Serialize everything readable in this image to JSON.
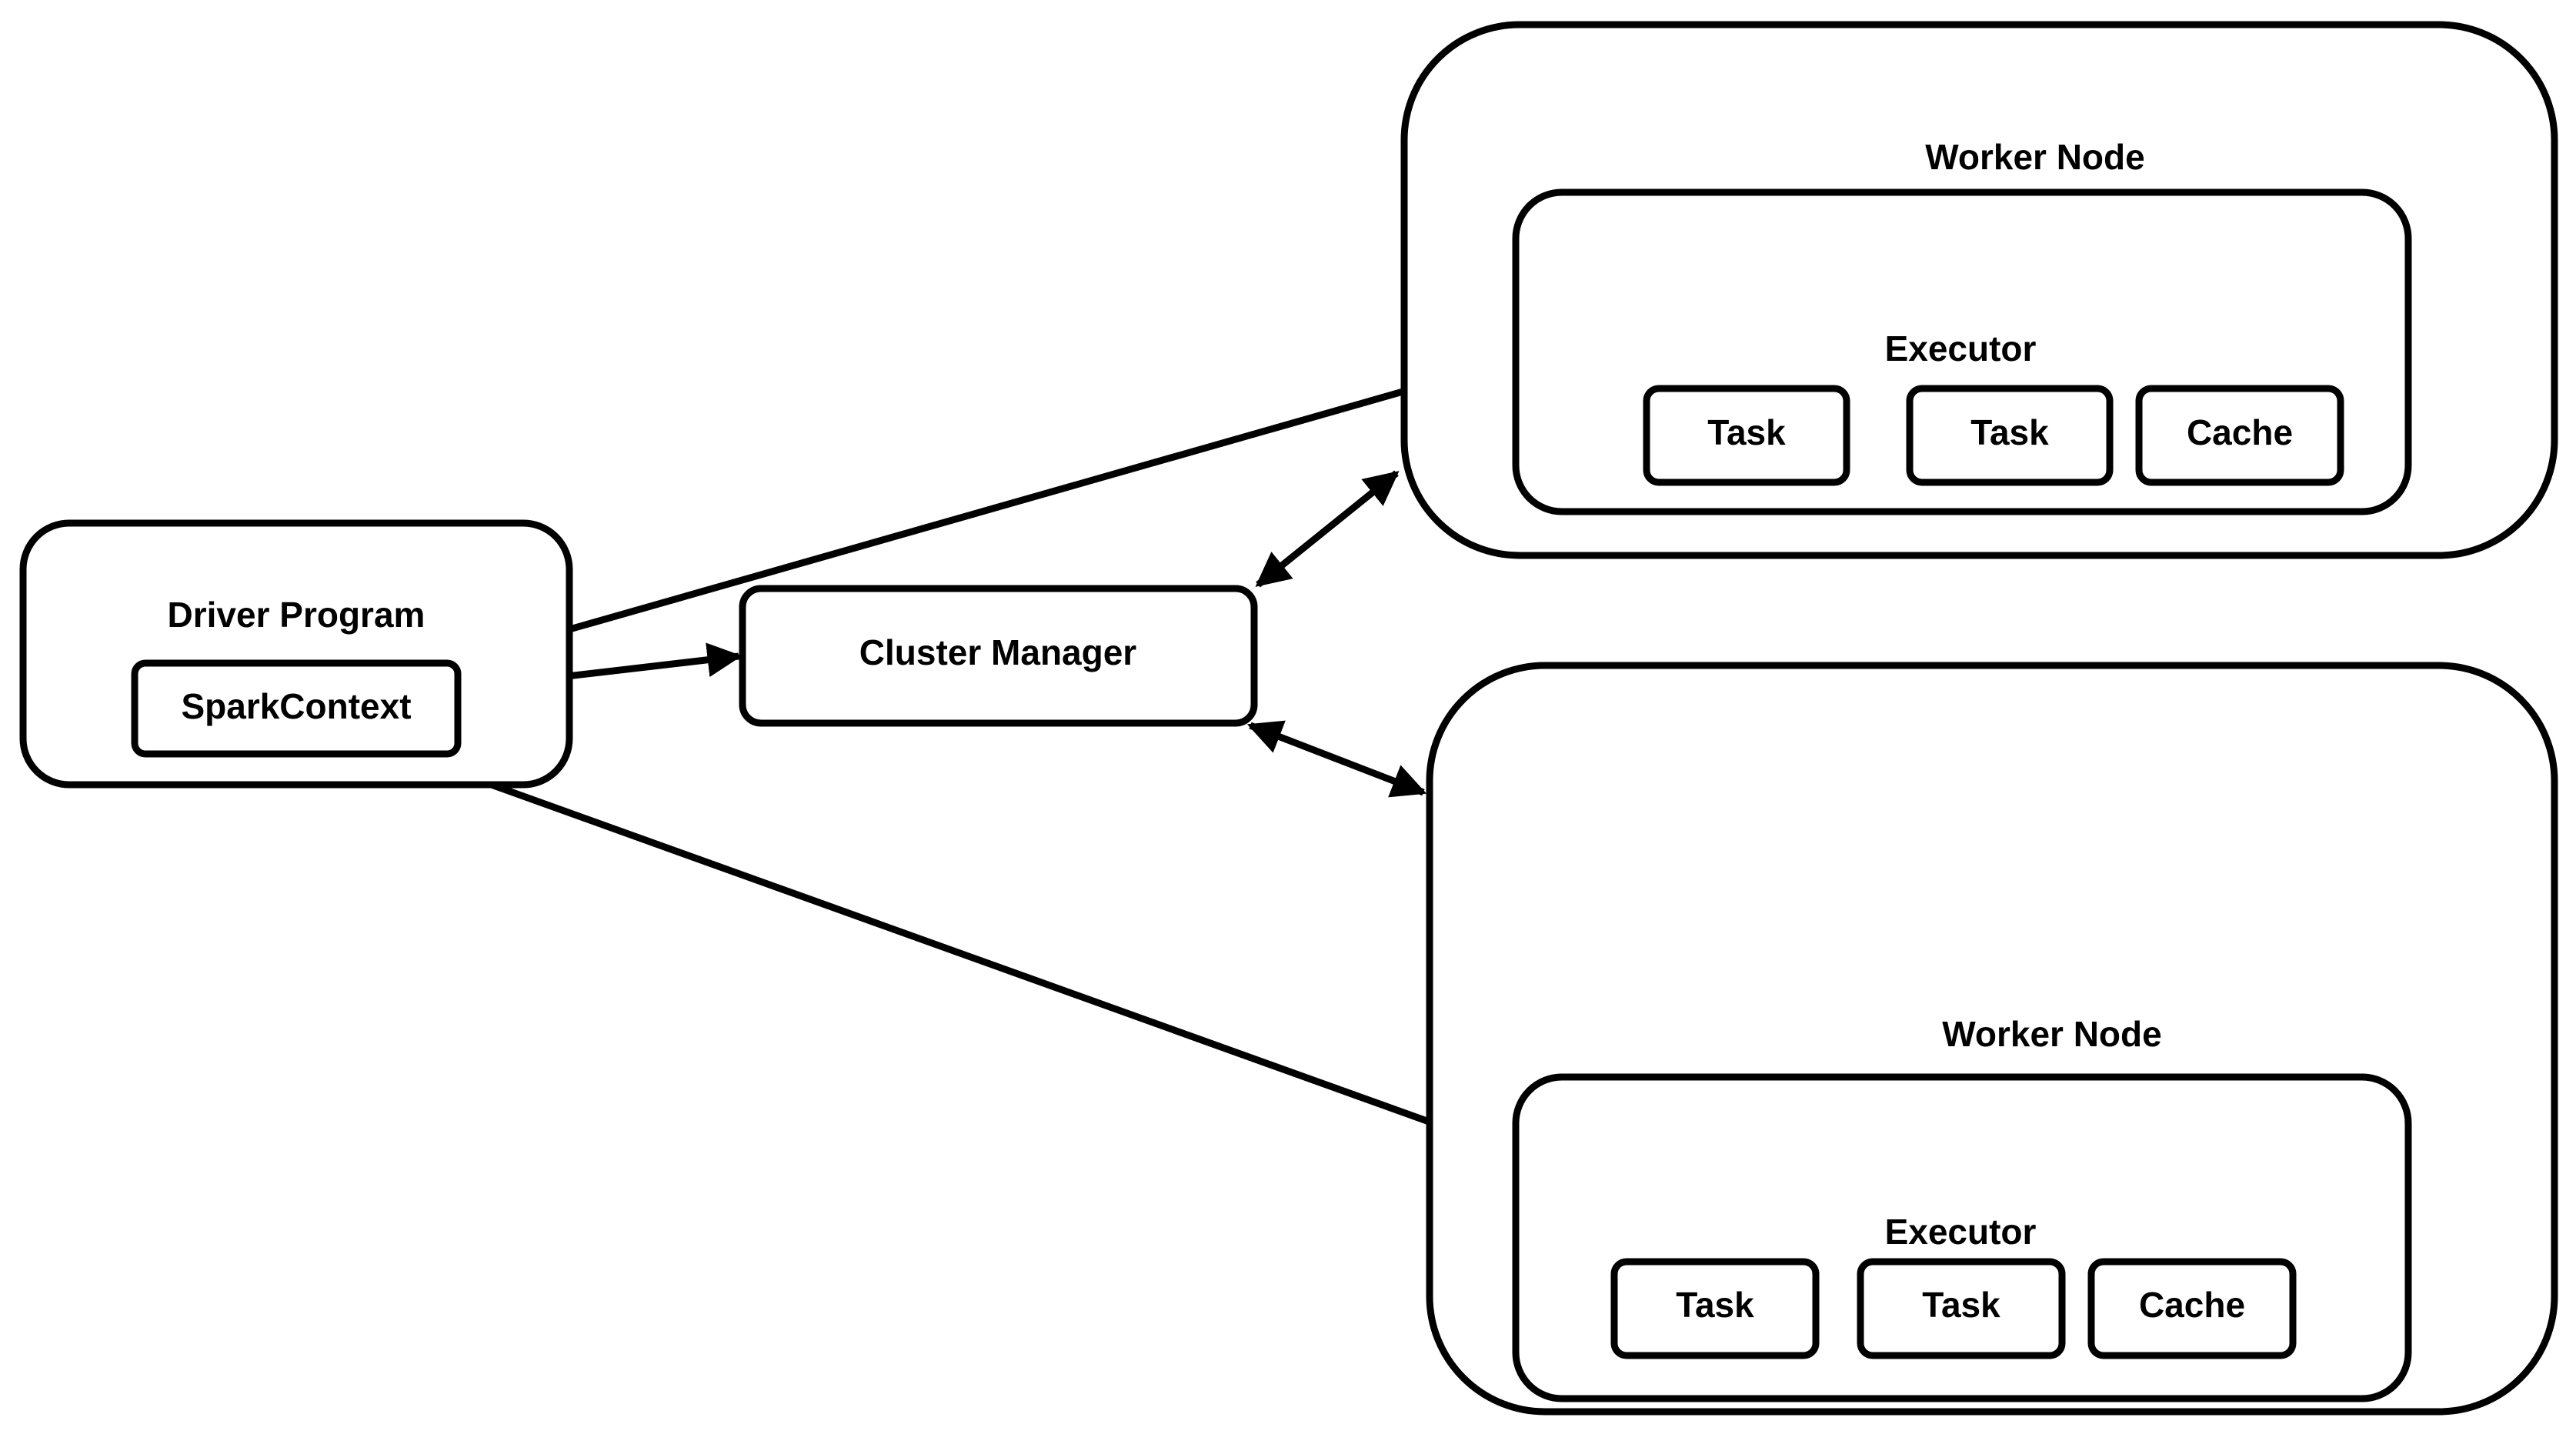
{
  "diagram": {
    "driver": {
      "title": "Driver Program",
      "context": "SparkContext"
    },
    "cluster_manager": {
      "title": "Cluster Manager"
    },
    "worker_top": {
      "title": "Worker Node",
      "executor": {
        "title": "Executor",
        "slots": [
          "Task",
          "Task",
          "Cache"
        ]
      }
    },
    "worker_bottom": {
      "title": "Worker Node",
      "executor": {
        "title": "Executor",
        "slots": [
          "Task",
          "Task",
          "Cache"
        ]
      }
    },
    "stroke_color": "#000000",
    "background_color": "#ffffff"
  }
}
